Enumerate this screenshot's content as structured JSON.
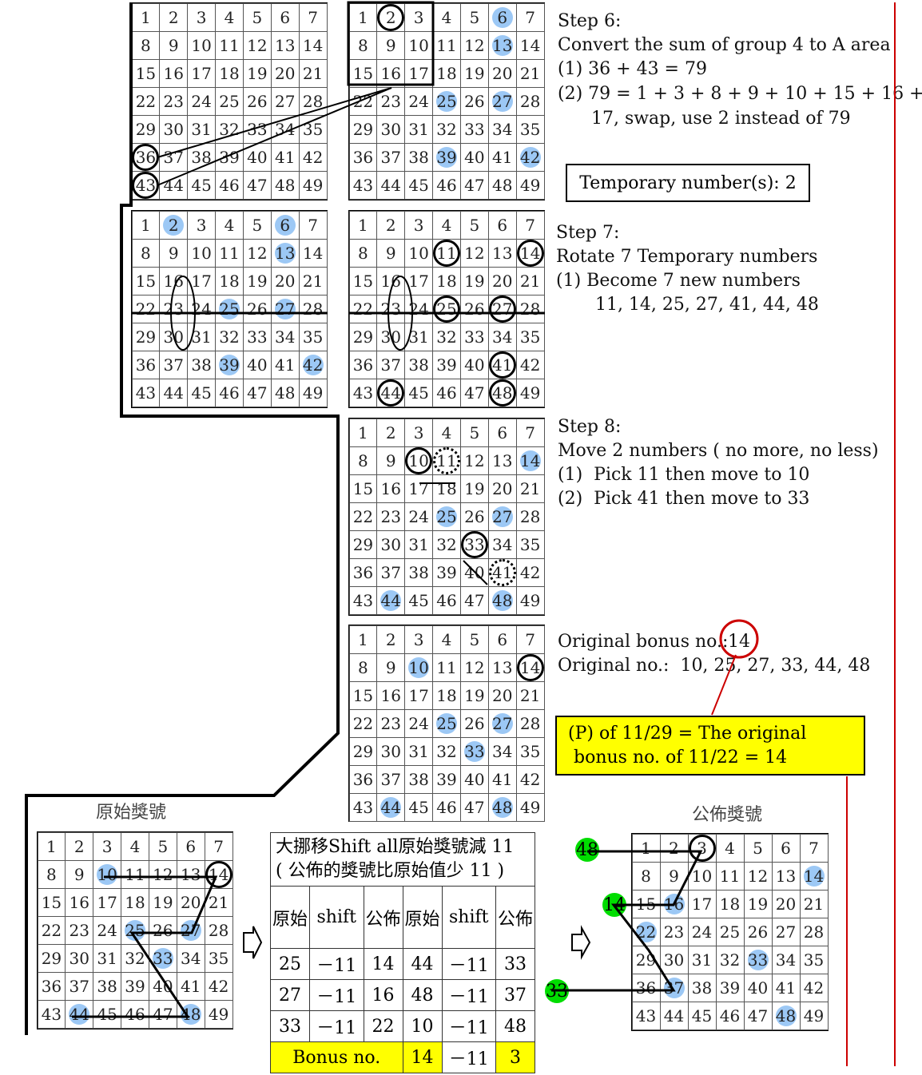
{
  "grids": [
    {
      "id": "g1",
      "blue": [],
      "circle": [
        36,
        43
      ],
      "dotted": []
    },
    {
      "id": "g2",
      "blue": [
        6,
        13,
        25,
        27,
        39,
        42
      ],
      "circle": [
        2
      ],
      "dotted": []
    },
    {
      "id": "g3",
      "blue": [
        2,
        6,
        13,
        25,
        27,
        39,
        42
      ],
      "circle": [],
      "dotted": []
    },
    {
      "id": "g4",
      "blue": [],
      "circle": [
        11,
        14,
        25,
        27,
        41,
        44,
        48
      ],
      "dotted": []
    },
    {
      "id": "g5",
      "blue": [
        14,
        25,
        27,
        44,
        48
      ],
      "circle": [
        10,
        33
      ],
      "dotted": [
        11,
        41
      ]
    },
    {
      "id": "g6",
      "blue": [
        10,
        25,
        27,
        33,
        44,
        48
      ],
      "circle": [
        14
      ],
      "dotted": []
    },
    {
      "id": "g7",
      "blue": [
        10,
        25,
        27,
        33,
        44,
        48
      ],
      "circle": [
        14
      ],
      "dotted": []
    },
    {
      "id": "g8",
      "blue": [
        14,
        16,
        22,
        33,
        37,
        48
      ],
      "circle": [
        3
      ],
      "dotted": []
    }
  ],
  "step6": {
    "title": "Step 6:",
    "l1": "Convert the sum of group 4 to A area",
    "l2": "(1) 36 + 43 = 79",
    "l3": "(2) 79 = 1 + 3 + 8 + 9 + 10 + 15 + 16 +",
    "l4": "      17, swap, use 2 instead of 79",
    "temp": "Temporary number(s):  2"
  },
  "step7": {
    "title": "Step 7:",
    "l1": "Rotate 7 Temporary numbers",
    "l2": "(1) Become 7 new numbers",
    "l3": "       11, 14, 25, 27, 41, 44, 48"
  },
  "step8": {
    "title": "Step 8:",
    "l1": "Move 2 numbers ( no more, no less)",
    "l2": "(1)  Pick 11 then move to 10",
    "l3": "(2)  Pick 41 then move to 33"
  },
  "orig": {
    "bonus_label": "Original bonus no.:",
    "bonus": "14",
    "nums": "Original no.:  10, 25, 27, 33, 44, 48"
  },
  "note": {
    "l1": "(P) of 11/29 = The original",
    "l2": " bonus no. of 11/22 = 14"
  },
  "left_title": "原始獎號",
  "right_title": "公佈獎號",
  "table": {
    "h1": "大挪移Shift all原始獎號減 11",
    "h2": "( 公佈的獎號比原始值少 11 )",
    "cols": [
      "原始",
      "shift",
      "公佈",
      "原始",
      "shift",
      "公佈"
    ],
    "rows": [
      [
        "25",
        "－11",
        "14",
        "44",
        "－11",
        "33"
      ],
      [
        "27",
        "－11",
        "16",
        "48",
        "－11",
        "37"
      ],
      [
        "33",
        "－11",
        "22",
        "10",
        "－11",
        "48"
      ]
    ],
    "bonus_label": "Bonus no.",
    "bonus_orig": "14",
    "bonus_shift": "－11",
    "bonus_pub": "3"
  },
  "green": [
    "48",
    "14",
    "33"
  ],
  "colors": {
    "blue": "#9cc8f5",
    "yellow": "#ffff00",
    "green": "#00dd00",
    "red": "#cc0000"
  }
}
